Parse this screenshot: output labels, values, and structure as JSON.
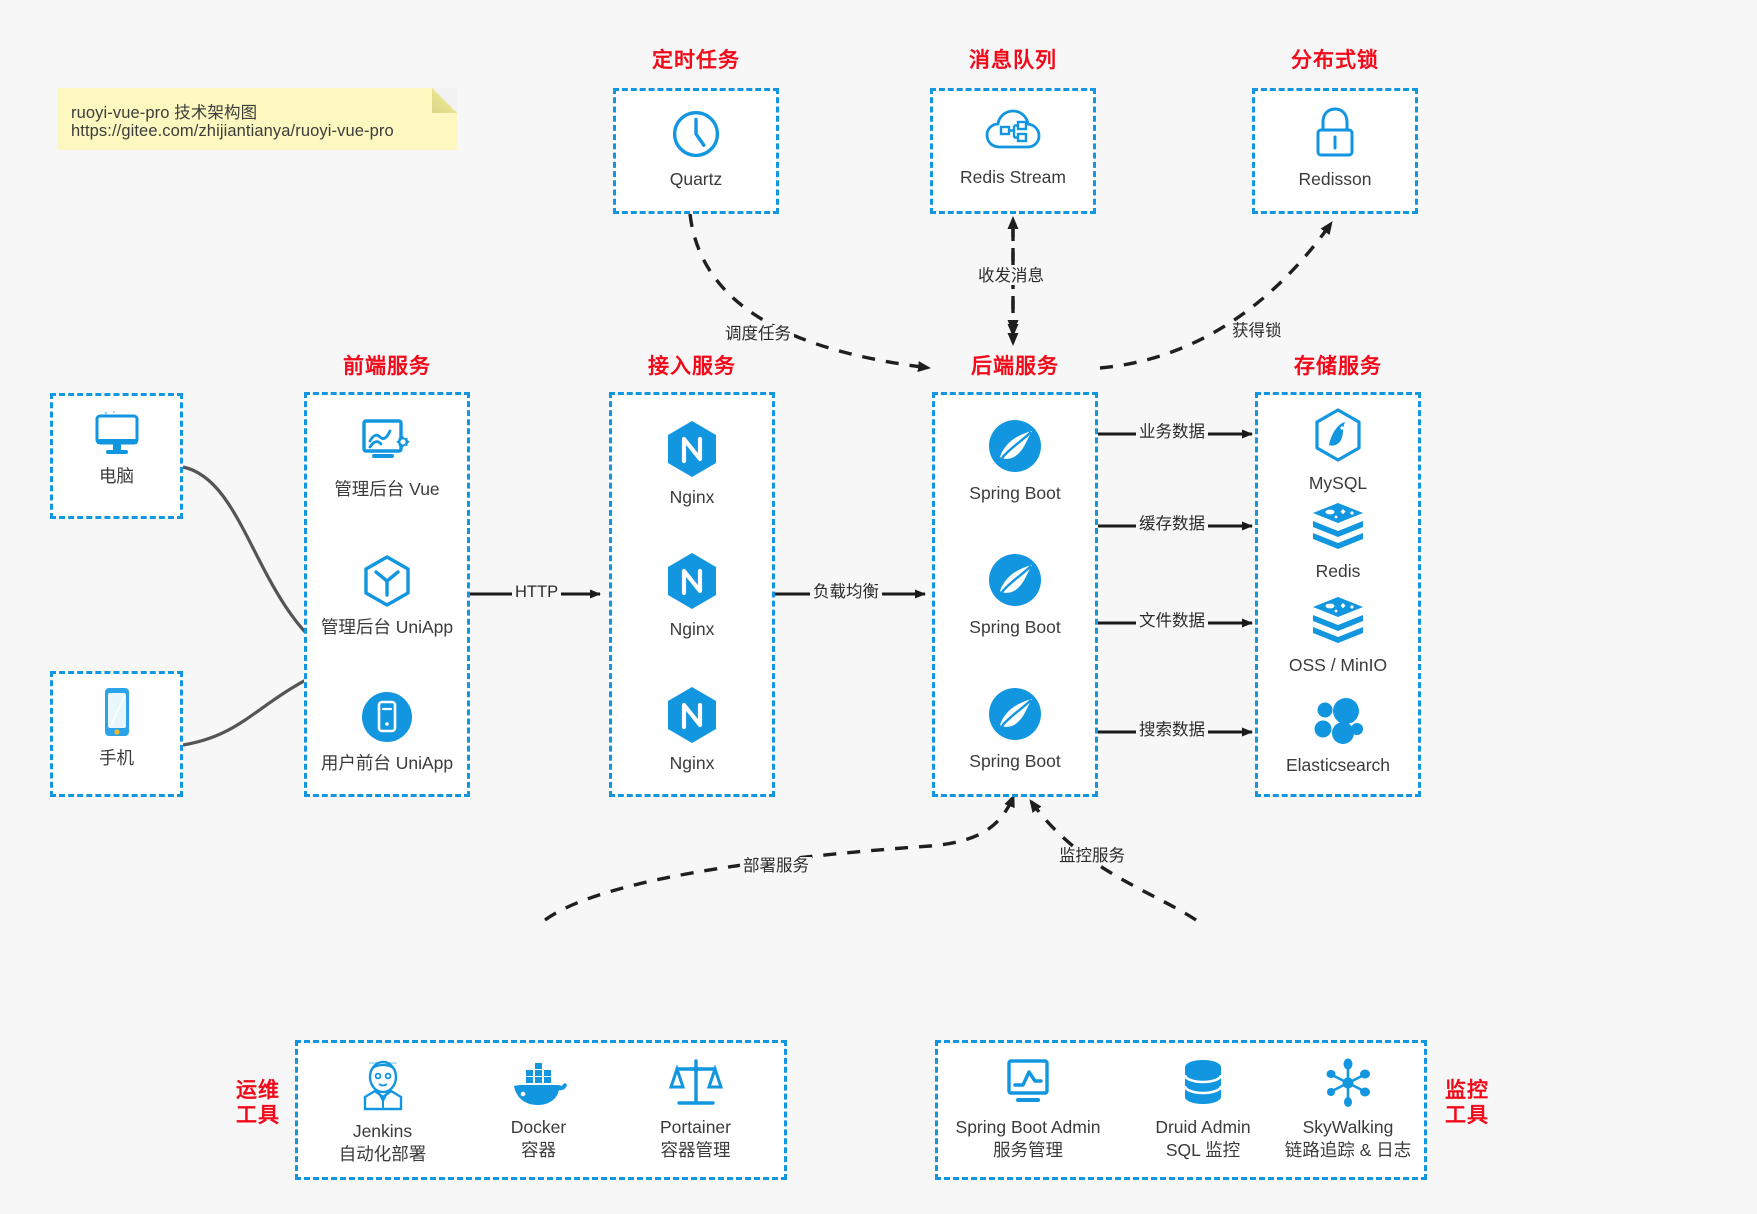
{
  "note": {
    "line1": "ruoyi-vue-pro 技术架构图",
    "line2": "https://gitee.com/zhijiantianya/ruoyi-vue-pro",
    "bg_color": "#fcf8bf"
  },
  "theme": {
    "page_bg": "#f7f7f7",
    "box_border": "#1296e0",
    "box_fill": "#ffffff",
    "title_color": "#f20a1a",
    "icon_blue": "#1296e0",
    "text_color": "#3b3b3b",
    "arrow_solid": "#1a1a1a",
    "arrow_curve": "#555555"
  },
  "groups": {
    "scheduled_task": {
      "title": "定时任务",
      "nodes": [
        {
          "label": "Quartz",
          "icon": "clock-icon"
        }
      ]
    },
    "message_queue": {
      "title": "消息队列",
      "nodes": [
        {
          "label": "Redis Stream",
          "icon": "cloud-stream-icon"
        }
      ]
    },
    "distributed_lock": {
      "title": "分布式锁",
      "nodes": [
        {
          "label": "Redisson",
          "icon": "lock-icon"
        }
      ]
    },
    "client_pc": {
      "nodes": [
        {
          "label": "电脑",
          "icon": "desktop-monitor-icon"
        }
      ]
    },
    "client_mobile": {
      "nodes": [
        {
          "label": "手机",
          "icon": "smartphone-icon"
        }
      ]
    },
    "frontend": {
      "title": "前端服务",
      "nodes": [
        {
          "label": "管理后台 Vue",
          "icon": "dashboard-gear-icon"
        },
        {
          "label": "管理后台 UniApp",
          "icon": "cube-icon"
        },
        {
          "label": "用户前台 UniApp",
          "icon": "mobile-circle-icon"
        }
      ]
    },
    "gateway": {
      "title": "接入服务",
      "nodes": [
        {
          "label": "Nginx",
          "icon": "nginx-icon"
        },
        {
          "label": "Nginx",
          "icon": "nginx-icon"
        },
        {
          "label": "Nginx",
          "icon": "nginx-icon"
        }
      ]
    },
    "backend": {
      "title": "后端服务",
      "nodes": [
        {
          "label": "Spring Boot",
          "icon": "spring-boot-icon"
        },
        {
          "label": "Spring Boot",
          "icon": "spring-boot-icon"
        },
        {
          "label": "Spring Boot",
          "icon": "spring-boot-icon"
        }
      ]
    },
    "storage": {
      "title": "存储服务",
      "nodes": [
        {
          "label": "MySQL",
          "icon": "mysql-icon"
        },
        {
          "label": "Redis",
          "icon": "redis-stack-icon"
        },
        {
          "label": "OSS / MinIO",
          "icon": "redis-stack-icon"
        },
        {
          "label": "Elasticsearch",
          "icon": "elasticsearch-icon"
        }
      ]
    },
    "devops": {
      "title": "运维\n工具",
      "title_line1": "运维",
      "title_line2": "工具",
      "nodes": [
        {
          "label": "Jenkins",
          "sublabel": "自动化部署",
          "icon": "jenkins-butler-icon"
        },
        {
          "label": "Docker",
          "sublabel": "容器",
          "icon": "docker-whale-icon"
        },
        {
          "label": "Portainer",
          "sublabel": "容器管理",
          "icon": "scales-icon"
        }
      ]
    },
    "monitoring": {
      "title_line1": "监控",
      "title_line2": "工具",
      "nodes": [
        {
          "label": "Spring Boot Admin",
          "sublabel": "服务管理",
          "icon": "monitor-chart-icon"
        },
        {
          "label": "Druid Admin",
          "sublabel": "SQL 监控",
          "icon": "database-icon"
        },
        {
          "label": "SkyWalking",
          "sublabel": "链路追踪 & 日志",
          "icon": "skywalking-nodes-icon"
        }
      ]
    }
  },
  "edges": [
    {
      "id": "http",
      "label": "HTTP",
      "style": "solid",
      "from": "frontend",
      "to": "gateway"
    },
    {
      "id": "load-balance",
      "label": "负载均衡",
      "style": "solid",
      "from": "gateway",
      "to": "backend"
    },
    {
      "id": "business-data",
      "label": "业务数据",
      "style": "solid",
      "from": "backend",
      "to": "mysql"
    },
    {
      "id": "cache-data",
      "label": "缓存数据",
      "style": "solid",
      "from": "backend",
      "to": "redis"
    },
    {
      "id": "file-data",
      "label": "文件数据",
      "style": "solid",
      "from": "backend",
      "to": "oss"
    },
    {
      "id": "search-data",
      "label": "搜索数据",
      "style": "solid",
      "from": "backend",
      "to": "elasticsearch"
    },
    {
      "id": "schedule-task",
      "label": "调度任务",
      "style": "dashed",
      "from": "quartz",
      "to": "backend"
    },
    {
      "id": "send-receive-msg",
      "label": "收发消息",
      "style": "dashed",
      "from": "backend",
      "to": "redis-stream",
      "bidirectional": true
    },
    {
      "id": "acquire-lock",
      "label": "获得锁",
      "style": "dashed",
      "from": "backend",
      "to": "redisson"
    },
    {
      "id": "deploy-service",
      "label": "部署服务",
      "style": "dashed",
      "from": "devops",
      "to": "backend"
    },
    {
      "id": "monitor-service",
      "label": "监控服务",
      "style": "dashed",
      "from": "monitoring",
      "to": "backend"
    }
  ]
}
